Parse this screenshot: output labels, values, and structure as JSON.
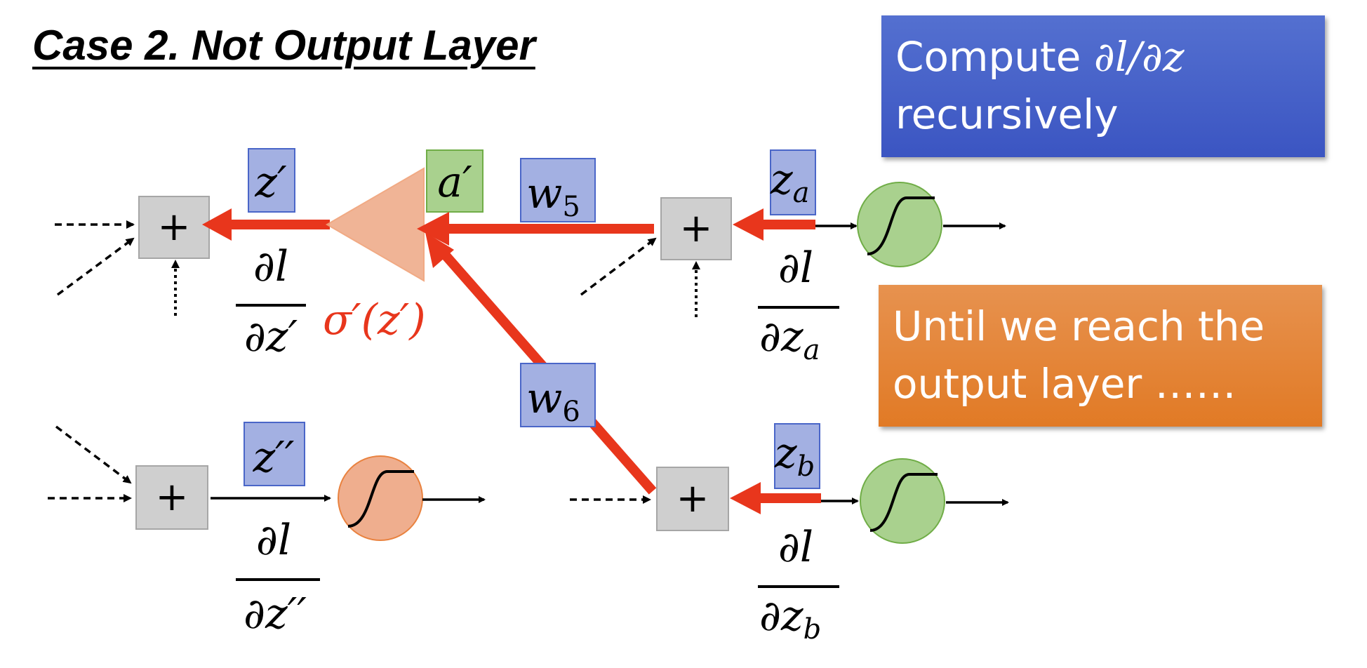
{
  "title": "Case 2. Not Output Layer",
  "callouts": {
    "compute_prefix": "Compute ",
    "compute_math": "∂l/∂z",
    "compute_suffix": "recursively",
    "until_line1": "Until we reach the",
    "until_line2": "output layer ……"
  },
  "labels": {
    "z_prime": "z′",
    "z_double_prime": "z′′",
    "a_prime": "a′",
    "w5": "w",
    "w5_sub": "5",
    "w6": "w",
    "w6_sub": "6",
    "z_a": "z",
    "z_a_sub": "a",
    "z_b": "z",
    "z_b_sub": "b",
    "sigma_prime": "σ′(z′)",
    "partial_l": "∂l",
    "partial_z_prime": "∂z′",
    "partial_z_double_prime": "∂z′′",
    "partial_z": "∂z",
    "sub_a": "a",
    "sub_b": "b",
    "plus": "+"
  },
  "colors": {
    "red_arrow": "#e8361c",
    "label_box_fill": "#a3b0e2",
    "label_box_stroke": "#4a66c8",
    "green_box_fill": "#a9d18e",
    "green_box_stroke": "#70ad47",
    "plus_box_fill": "#cfcfcf",
    "plus_box_stroke": "#a6a6a6",
    "orange_node": "#efae8e",
    "green_node": "#a9d18e"
  }
}
